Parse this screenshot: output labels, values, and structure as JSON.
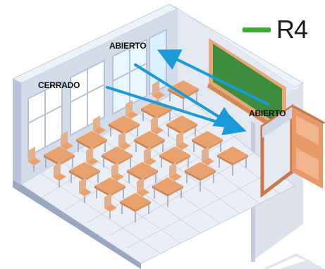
{
  "labels": {
    "abierto_window": "ABIERTO",
    "cerrado_window": "CERRADO",
    "abierto_door": "ABIERTO"
  },
  "legend": {
    "text": "R4",
    "bar_color": "#3aaa35"
  },
  "colors": {
    "arrow": "#1a9ad9",
    "floor": "#e8ecf3",
    "wall_left": "#cfd6e6",
    "wall_back": "#dfe4ef",
    "chalkboard": "#3d8b3d",
    "chalkboard_frame": "#e7a876",
    "desk": "#e9a26e",
    "door": "#e08a5a"
  }
}
